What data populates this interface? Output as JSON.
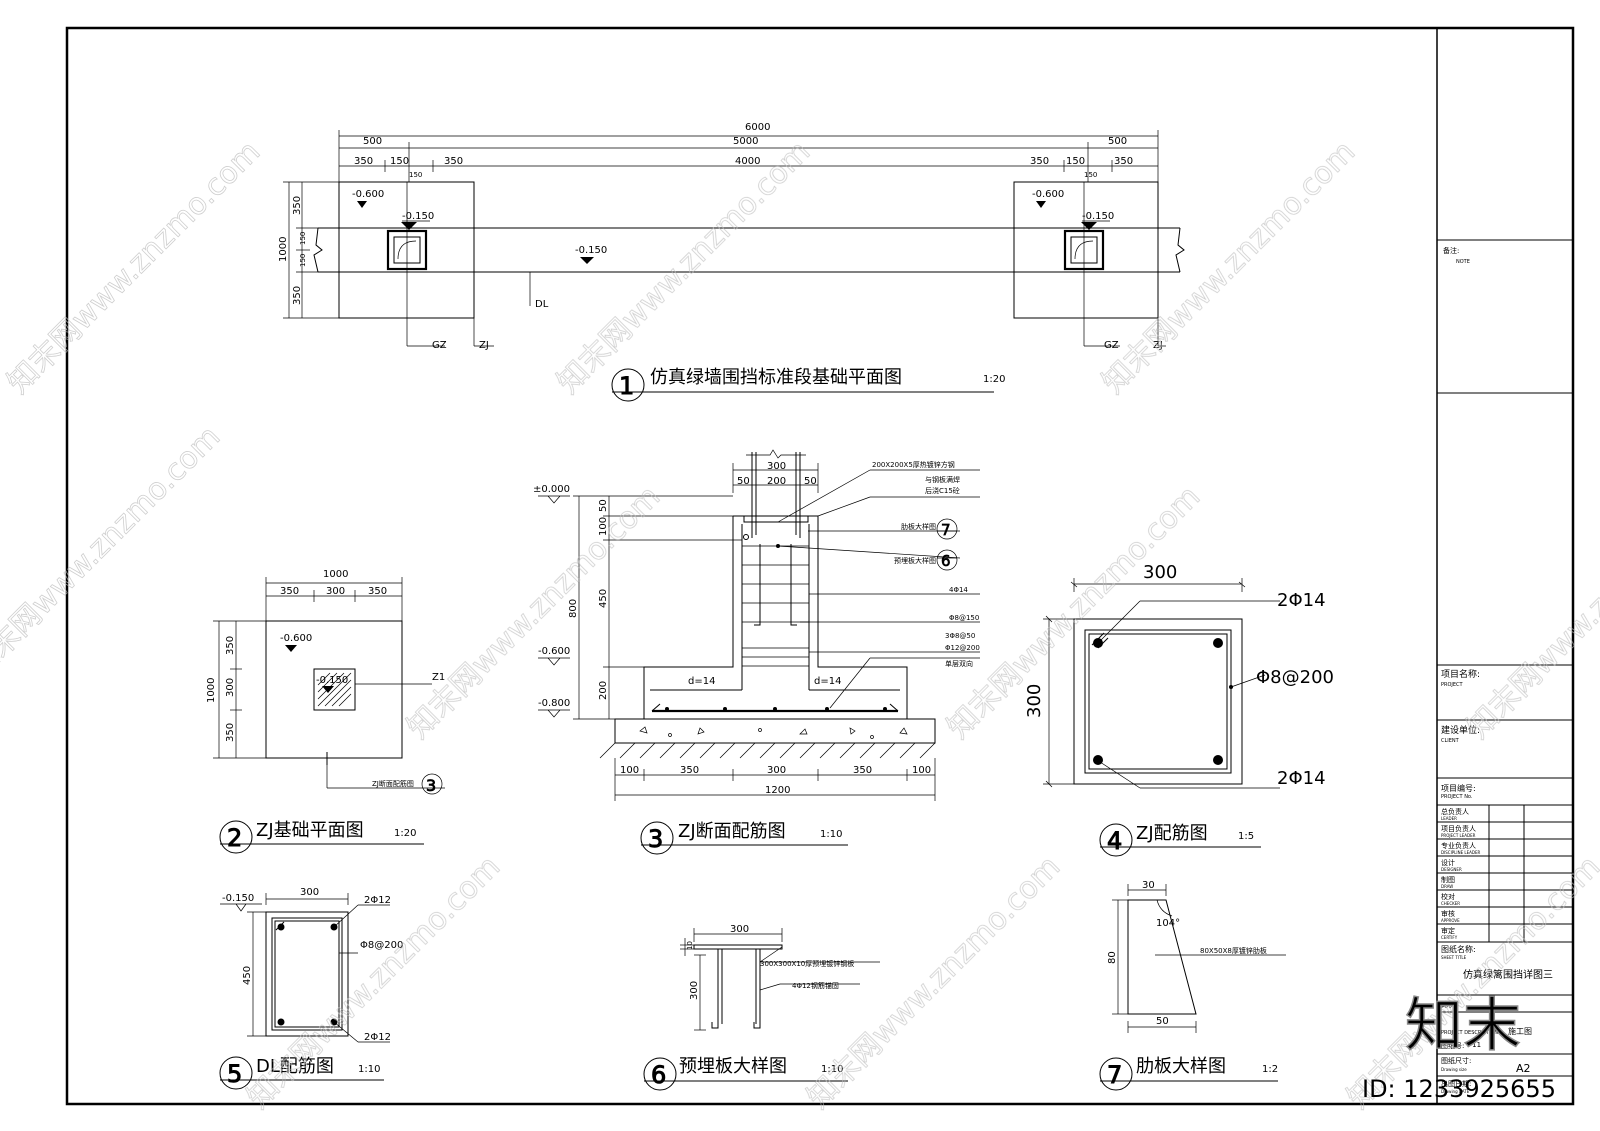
{
  "watermark": {
    "text": "知末网www.znzmo.com",
    "logo": "知末",
    "id": "ID: 1233925655"
  },
  "drawing1": {
    "title": "仿真绿墙围挡标准段基础平面图",
    "scale": "1:20",
    "num": "1",
    "dims_top": [
      "6000",
      "500",
      "5000",
      "500",
      "350",
      "150",
      "350",
      "4000",
      "350",
      "150",
      "350",
      "150",
      "150"
    ],
    "dims_left": [
      "350",
      "1000",
      "150",
      "150",
      "350"
    ],
    "levels": [
      "-0.600",
      "-0.150",
      "-0.150",
      "-0.600",
      "-0.150"
    ],
    "labels": [
      "DL",
      "GZ",
      "ZJ",
      "GZ",
      "ZJ"
    ]
  },
  "drawing2": {
    "title": "ZJ基础平面图",
    "scale": "1:20",
    "num": "2",
    "dims_top": [
      "1000",
      "350",
      "300",
      "350"
    ],
    "dims_left": [
      "350",
      "1000",
      "300",
      "350"
    ],
    "levels": [
      "-0.600",
      "-0.150"
    ],
    "labels": [
      "Z1",
      "ZJ断面配筋图"
    ],
    "ref": "3"
  },
  "drawing3": {
    "title": "ZJ断面配筋图",
    "scale": "1:10",
    "num": "3",
    "dims_top": [
      "300",
      "50",
      "200",
      "50"
    ],
    "dims_left": [
      "50",
      "100",
      "800",
      "450",
      "200"
    ],
    "dims_bottom": [
      "100",
      "350",
      "300",
      "350",
      "100",
      "1200"
    ],
    "levels": [
      "±0.000",
      "-0.600",
      "-0.800"
    ],
    "callouts": [
      "200X200X5厚热镀锌方钢",
      "与钢板满焊",
      "后浇C15砼",
      "肋板大样图",
      "预埋板大样图",
      "4Φ14",
      "Φ8@150",
      "3Φ8@50",
      "Φ12@200",
      "单层双向"
    ],
    "refs": [
      "7",
      "6"
    ],
    "d_labels": [
      "d=14",
      "d=14"
    ]
  },
  "drawing4": {
    "title": "ZJ配筋图",
    "scale": "1:5",
    "num": "4",
    "dims": [
      "300",
      "300"
    ],
    "labels": [
      "2Φ14",
      "Φ8@200",
      "2Φ14"
    ]
  },
  "drawing5": {
    "title": "DL配筋图",
    "scale": "1:10",
    "num": "5",
    "dims": [
      "300",
      "450"
    ],
    "levels": [
      "-0.150"
    ],
    "labels": [
      "2Φ12",
      "Φ8@200",
      "2Φ12"
    ]
  },
  "drawing6": {
    "title": "预埋板大样图",
    "scale": "1:10",
    "num": "6",
    "dims": [
      "300",
      "10",
      "300"
    ],
    "labels": [
      "300X300X10厚预埋镀锌钢板",
      "4Φ12钢筋锚固"
    ]
  },
  "drawing7": {
    "title": "肋板大样图",
    "scale": "1:2",
    "num": "7",
    "dims": [
      "30",
      "80",
      "50"
    ],
    "angle": "104°",
    "labels": [
      "80X50X8厚镀锌肋板"
    ]
  },
  "titleblock": {
    "note_cn": "备注:",
    "note_en": "NOTE",
    "project_cn": "项目名称:",
    "project_en": "PROJECT",
    "client_cn": "建设单位:",
    "client_en": "CLIENT",
    "projno_cn": "项目编号:",
    "projno_en": "PROJECT No.",
    "rows": [
      {
        "cn": "总负责人",
        "en": "LEADER"
      },
      {
        "cn": "项目负责人",
        "en": "PROJECT LEADER"
      },
      {
        "cn": "专业负责人",
        "en": "DISCIPLINE LEADER"
      },
      {
        "cn": "设计",
        "en": "DESIGNER"
      },
      {
        "cn": "制图",
        "en": "DRAW"
      },
      {
        "cn": "校对",
        "en": "CHECKER"
      },
      {
        "cn": "审核",
        "en": "APPROVE"
      },
      {
        "cn": "审定",
        "en": "CERTIFY"
      }
    ],
    "sheettitle_cn": "图纸名称:",
    "sheettitle_en": "SHEET TITLE",
    "sheettitle": "仿真绿篱围挡详图三",
    "scale_cn": "比例:",
    "desc_en": "PROJECT DESCRIPTION",
    "stage": "施工图",
    "sheetno_cn": "图纸号:",
    "sheetno": "T-11",
    "size_cn": "图纸尺寸:",
    "size_en": "Drawing size",
    "size": "A2",
    "date_cn": "出图日期:",
    "date_en": "Drawing DATE"
  }
}
